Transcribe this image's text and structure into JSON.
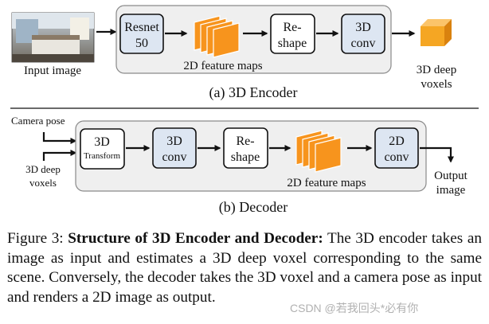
{
  "encoder": {
    "input_label": "Input image",
    "resnet_line1": "Resnet",
    "resnet_line2": "50",
    "feature_maps_label": "2D feature maps",
    "reshape_line1": "Re-",
    "reshape_line2": "shape",
    "conv_line1": "3D",
    "conv_line2": "conv",
    "output_line1": "3D deep",
    "output_line2": "voxels",
    "subcaption": "(a) 3D Encoder"
  },
  "decoder": {
    "camera_pose_label": "Camera pose",
    "voxels_line1": "3D deep",
    "voxels_line2": "voxels",
    "transform_line1": "3D",
    "transform_line2": "Transform",
    "conv3d_line1": "3D",
    "conv3d_line2": "conv",
    "reshape_line1": "Re-",
    "reshape_line2": "shape",
    "feature_maps_label": "2D feature maps",
    "conv2d_line1": "2D",
    "conv2d_line2": "conv",
    "output_line1": "Output",
    "output_line2": "image",
    "subcaption": "(b) Decoder"
  },
  "caption": {
    "prefix": "Figure 3: ",
    "bold": "Structure of 3D Encoder and Decoder:",
    "text": " The 3D encoder takes an image as input and estimates a 3D deep voxel corresponding to the same scene. Conversely, the decoder takes the 3D voxel and a camera pose as input and renders a 2D image as output."
  },
  "watermark": "CSDN @若我回头*必有你",
  "colors": {
    "box_blue": "#dde6f2",
    "panel_gray": "#efefef",
    "feature_orange": "#f7941d",
    "voxel_orange": "#f5a623"
  }
}
